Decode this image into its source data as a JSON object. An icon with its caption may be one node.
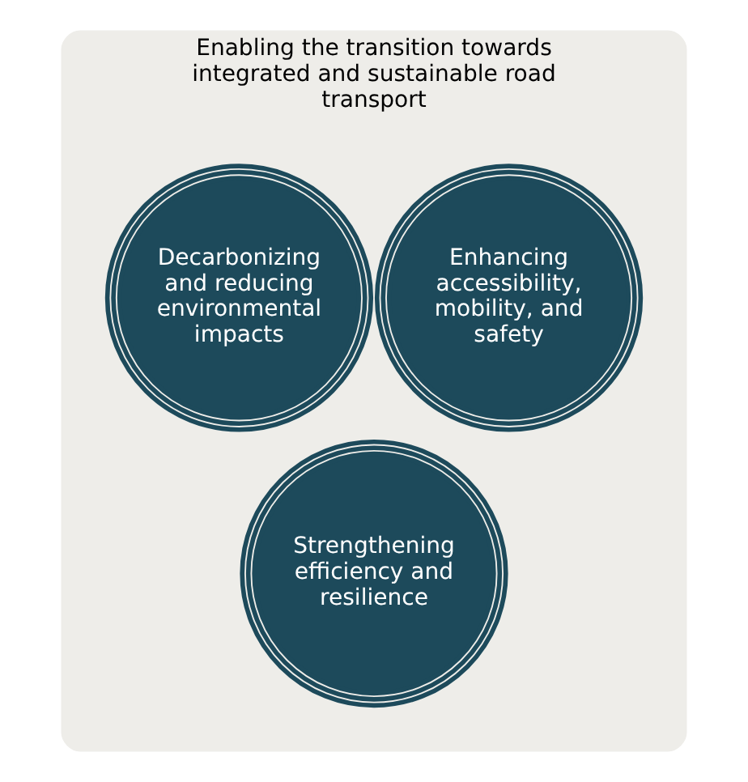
{
  "diagram": {
    "nodes": [
      {
        "text": [
          "Enabling the transition towards integrated and sustainable road transport"
        ]
      },
      {
        "text": [
          "Enhancing accessibility, mobility, and safety"
        ],
        "in": 0
      },
      {
        "text": [
          "Decarbonizing and reducing environmental impacts"
        ],
        "in": 0
      },
      {
        "text": [
          "Strengthening efficiency and resilience"
        ],
        "in": 0
      }
    ]
  }
}
